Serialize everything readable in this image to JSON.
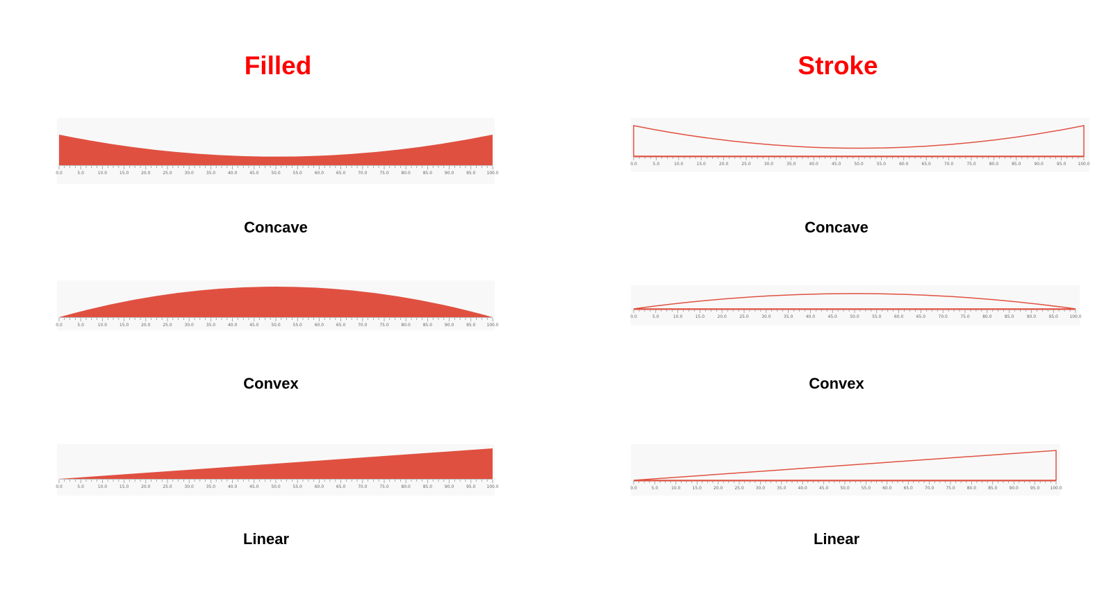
{
  "colors": {
    "title": "#ff0000",
    "fill": "#e05040",
    "stroke": "#e05040",
    "panel_bg": "#f8f8f8",
    "tick": "#888888"
  },
  "columns": {
    "filled_title": "Filled",
    "stroke_title": "Stroke"
  },
  "labels": {
    "concave": "Concave",
    "convex": "Convex",
    "linear": "Linear"
  },
  "chart_data": [
    {
      "type": "area",
      "style": "filled",
      "shape": "concave",
      "x": [
        0,
        50,
        100
      ],
      "y": [
        1.0,
        0.28,
        1.0
      ],
      "xlim": [
        0,
        100
      ],
      "ylim": [
        0,
        1
      ],
      "tick_step": 5,
      "tick_labels": [
        "0.0",
        "5.0",
        "10.0",
        "15.0",
        "20.0",
        "25.0",
        "30.0",
        "35.0",
        "40.0",
        "45.0",
        "50.0",
        "55.0",
        "60.0",
        "65.0",
        "70.0",
        "75.0",
        "80.0",
        "85.0",
        "90.0",
        "95.0",
        "100.0"
      ]
    },
    {
      "type": "area",
      "style": "filled",
      "shape": "convex",
      "x": [
        0,
        50,
        100
      ],
      "y": [
        0.0,
        1.0,
        0.0
      ],
      "xlim": [
        0,
        100
      ],
      "ylim": [
        0,
        1
      ],
      "tick_step": 5,
      "tick_labels": [
        "0.0",
        "5.0",
        "10.0",
        "15.0",
        "20.0",
        "25.0",
        "30.0",
        "35.0",
        "40.0",
        "45.0",
        "50.0",
        "55.0",
        "60.0",
        "65.0",
        "70.0",
        "75.0",
        "80.0",
        "85.0",
        "90.0",
        "95.0",
        "100.0"
      ]
    },
    {
      "type": "area",
      "style": "filled",
      "shape": "linear",
      "x": [
        0,
        100
      ],
      "y": [
        0.0,
        1.0
      ],
      "xlim": [
        0,
        100
      ],
      "ylim": [
        0,
        1
      ],
      "tick_step": 5,
      "tick_labels": [
        "0.0",
        "5.0",
        "10.0",
        "15.0",
        "20.0",
        "25.0",
        "30.0",
        "35.0",
        "40.0",
        "45.0",
        "50.0",
        "55.0",
        "60.0",
        "65.0",
        "70.0",
        "75.0",
        "80.0",
        "85.0",
        "90.0",
        "95.0",
        "100.0"
      ]
    },
    {
      "type": "line",
      "style": "stroke",
      "shape": "concave",
      "x": [
        0,
        50,
        100
      ],
      "y": [
        1.0,
        0.26,
        1.0
      ],
      "xlim": [
        0,
        100
      ],
      "ylim": [
        0,
        1
      ],
      "tick_step": 5,
      "tick_labels": [
        "0.0",
        "5.0",
        "10.0",
        "15.0",
        "20.0",
        "25.0",
        "30.0",
        "35.0",
        "40.0",
        "45.0",
        "50.0",
        "55.0",
        "60.0",
        "65.0",
        "70.0",
        "75.0",
        "80.0",
        "85.0",
        "90.0",
        "95.0",
        "100.0"
      ]
    },
    {
      "type": "line",
      "style": "stroke",
      "shape": "convex",
      "x": [
        0,
        50,
        100
      ],
      "y": [
        0.0,
        1.0,
        0.0
      ],
      "xlim": [
        0,
        100
      ],
      "ylim": [
        0,
        1
      ],
      "tick_step": 5,
      "tick_labels": [
        "0.0",
        "5.0",
        "10.0",
        "15.0",
        "20.0",
        "25.0",
        "30.0",
        "35.0",
        "40.0",
        "45.0",
        "50.0",
        "55.0",
        "60.0",
        "65.0",
        "70.0",
        "75.0",
        "80.0",
        "85.0",
        "90.0",
        "95.0",
        "100.0"
      ]
    },
    {
      "type": "line",
      "style": "stroke",
      "shape": "linear",
      "x": [
        0,
        100
      ],
      "y": [
        0.0,
        1.0
      ],
      "xlim": [
        0,
        100
      ],
      "ylim": [
        0,
        1
      ],
      "tick_step": 5,
      "tick_labels": [
        "0.0",
        "5.0",
        "10.0",
        "15.0",
        "20.0",
        "25.0",
        "30.0",
        "35.0",
        "40.0",
        "45.0",
        "50.0",
        "55.0",
        "60.0",
        "65.0",
        "70.0",
        "75.0",
        "80.0",
        "85.0",
        "90.0",
        "95.0",
        "100.0"
      ]
    }
  ]
}
